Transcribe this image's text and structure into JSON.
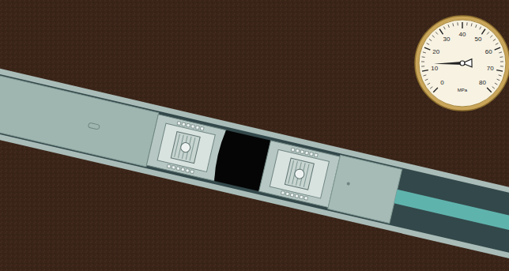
{
  "diagram": {
    "labels": [
      "0",
      "10",
      "20",
      "30",
      "40",
      "50",
      "60",
      "70",
      "80",
      "MPa"
    ]
  }
}
